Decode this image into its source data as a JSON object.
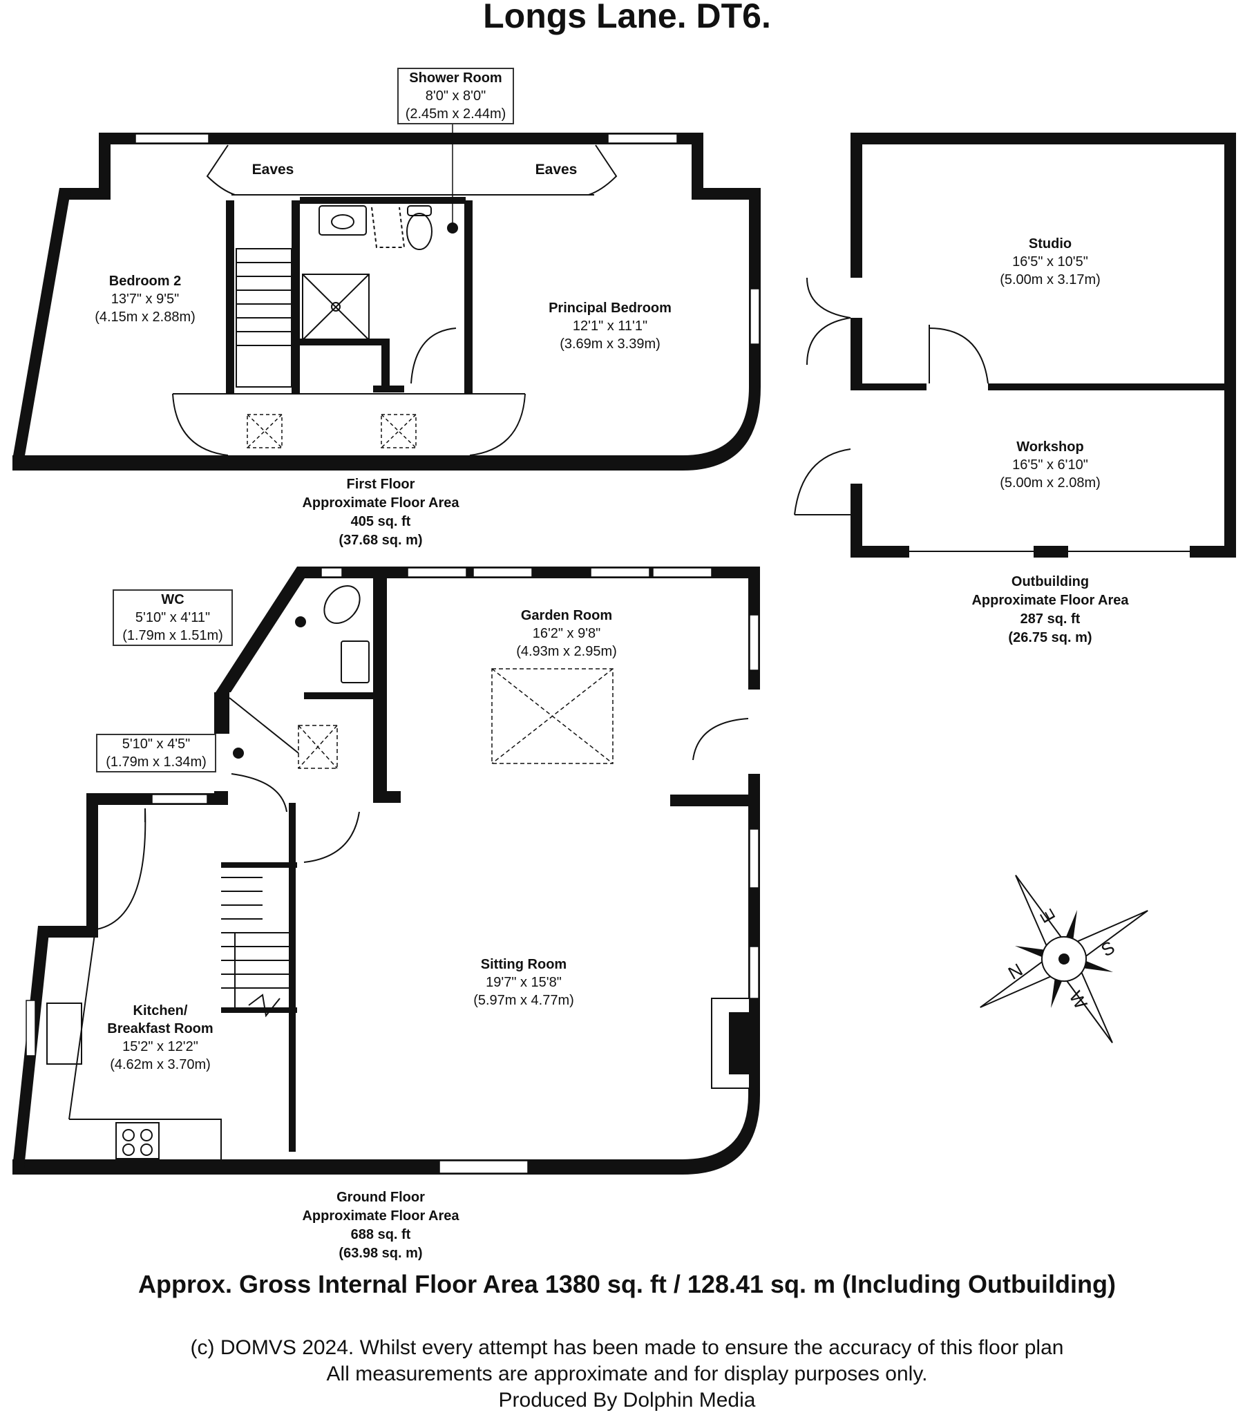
{
  "title": "Longs Lane. DT6.",
  "rooms": {
    "shower_room": {
      "name": "Shower Room",
      "imperial": "8'0\" x 8'0\"",
      "metric": "(2.45m x 2.44m)"
    },
    "bedroom2": {
      "name": "Bedroom 2",
      "imperial": "13'7\" x 9'5\"",
      "metric": "(4.15m x 2.88m)"
    },
    "principal_bedroom": {
      "name": "Principal Bedroom",
      "imperial": "12'1\" x 11'1\"",
      "metric": "(3.69m x 3.39m)"
    },
    "studio": {
      "name": "Studio",
      "imperial": "16'5\" x 10'5\"",
      "metric": "(5.00m x 3.17m)"
    },
    "workshop": {
      "name": "Workshop",
      "imperial": "16'5\" x 6'10\"",
      "metric": "(5.00m x 2.08m)"
    },
    "wc": {
      "name": "WC",
      "imperial": "5'10\" x 4'11\"",
      "metric": "(1.79m x 1.51m)"
    },
    "hall": {
      "imperial": "5'10\" x 4'5\"",
      "metric": "(1.79m x 1.34m)"
    },
    "garden_room": {
      "name": "Garden Room",
      "imperial": "16'2\" x 9'8\"",
      "metric": "(4.93m x 2.95m)"
    },
    "sitting_room": {
      "name": "Sitting Room",
      "imperial": "19'7\" x 15'8\"",
      "metric": "(5.97m x 4.77m)"
    },
    "kitchen": {
      "name_line1": "Kitchen/",
      "name_line2": "Breakfast Room",
      "imperial": "15'2\" x 12'2\"",
      "metric": "(4.62m x 3.70m)"
    }
  },
  "eaves": {
    "left": "Eaves",
    "right": "Eaves"
  },
  "areas": {
    "first_floor": {
      "line1": "First Floor",
      "line2": "Approximate Floor Area",
      "line3": "405 sq. ft",
      "line4": "(37.68 sq. m)"
    },
    "outbuilding": {
      "line1": "Outbuilding",
      "line2": "Approximate Floor Area",
      "line3": "287 sq. ft",
      "line4": "(26.75 sq. m)"
    },
    "ground_floor": {
      "line1": "Ground Floor",
      "line2": "Approximate Floor Area",
      "line3": "688 sq. ft",
      "line4": "(63.98 sq. m)"
    }
  },
  "compass": {
    "n": "N",
    "e": "E",
    "s": "S",
    "w": "W"
  },
  "gross": "Approx. Gross Internal Floor Area 1380 sq. ft / 128.41 sq. m (Including Outbuilding)",
  "disclaimer": {
    "line1": "(c) DOMVS 2024. Whilst every attempt has been made to ensure the accuracy of this floor plan",
    "line2": "All measurements are approximate and for display purposes only.",
    "line3": "Produced By Dolphin Media"
  }
}
